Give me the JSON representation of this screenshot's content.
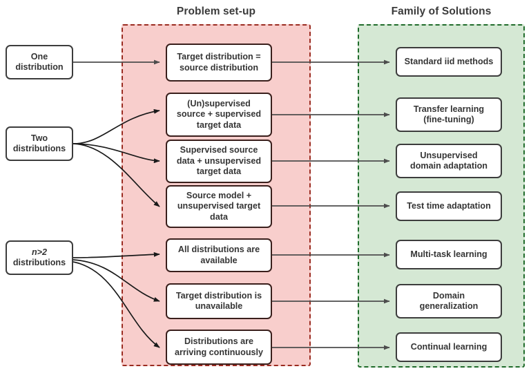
{
  "diagram": {
    "title_columns": {
      "problem": "Problem set-up",
      "family": "Family of Solutions"
    },
    "regions": {
      "problem": {
        "name": "problem-setup-region",
        "fill": "#f8cecc",
        "border": "#9a2b20",
        "style": "dashed"
      },
      "family": {
        "name": "family-of-solutions-region",
        "fill": "#d5e8d4",
        "border": "#1f6b2a",
        "style": "dashed"
      }
    },
    "edge_color": "#4d4d4d",
    "node_border": "#3c3c3c",
    "node_fill": "#ffffff",
    "sources": [
      {
        "id": "one",
        "line1": "One",
        "line2": "distribution",
        "italic_prefix": ""
      },
      {
        "id": "two",
        "line1": "Two",
        "line2": "distributions",
        "italic_prefix": ""
      },
      {
        "id": "ngt2",
        "line1": "",
        "line2": "distributions",
        "italic_prefix": "n>2"
      }
    ],
    "problems": [
      {
        "id": "p1",
        "label": "Target distribution =\nsource distribution"
      },
      {
        "id": "p2",
        "label": "(Un)supervised\nsource + supervised\ntarget data"
      },
      {
        "id": "p3",
        "label": "Supervised source\ndata + unsupervised\ntarget data"
      },
      {
        "id": "p4",
        "label": "Source model +\nunsupervised target\ndata"
      },
      {
        "id": "p5",
        "label": "All distributions are\navailable"
      },
      {
        "id": "p6",
        "label": "Target  distribution is\nunavailable"
      },
      {
        "id": "p7",
        "label": "Distributions are\narriving continuously"
      }
    ],
    "solutions": [
      {
        "id": "s1",
        "label": "Standard iid methods"
      },
      {
        "id": "s2",
        "label": "Transfer learning\n(fine-tuning)"
      },
      {
        "id": "s3",
        "label": "Unsupervised\ndomain adaptation"
      },
      {
        "id": "s4",
        "label": "Test time adaptation"
      },
      {
        "id": "s5",
        "label": "Multi-task learning"
      },
      {
        "id": "s6",
        "label": "Domain\ngeneralization"
      },
      {
        "id": "s7",
        "label": "Continual learning"
      }
    ]
  }
}
